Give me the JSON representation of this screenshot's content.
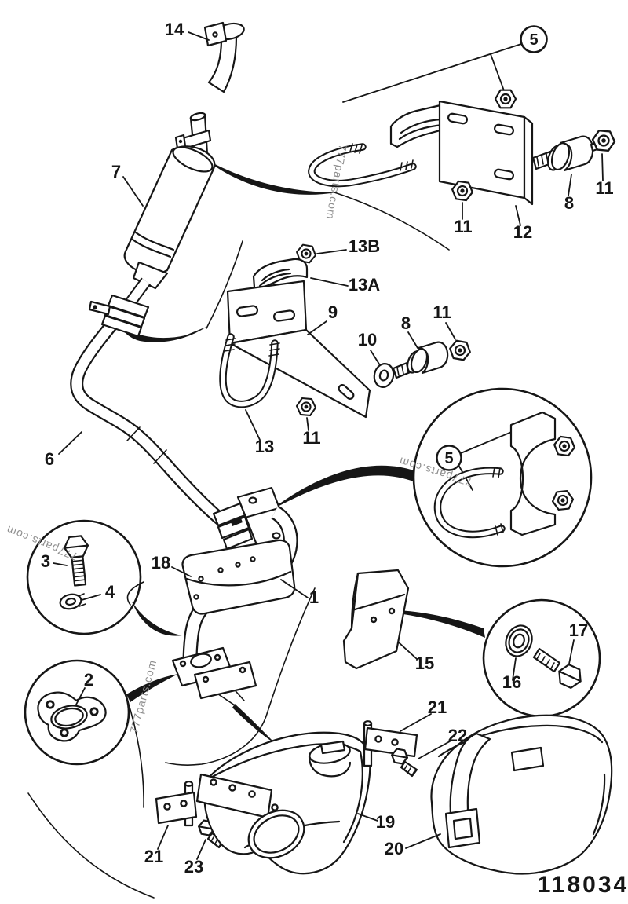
{
  "doc": {
    "part_number": "118034",
    "watermark": "777parts.com"
  },
  "callouts": {
    "c14": "14",
    "c7": "7",
    "c5_top": "5",
    "c11_tr": "11",
    "c8_top": "8",
    "c12": "12",
    "c11_br12": "11",
    "c13B": "13B",
    "c13A": "13A",
    "c9": "9",
    "c10": "10",
    "c8_mid": "8",
    "c11_mid": "11",
    "c13": "13",
    "c11_b9": "11",
    "c6": "6",
    "c5_detail": "5",
    "c3": "3",
    "c4": "4",
    "c18": "18",
    "c1": "1",
    "c15": "15",
    "c16": "16",
    "c17": "17",
    "c2": "2",
    "c21_r": "21",
    "c22": "22",
    "c19": "19",
    "c20": "20",
    "c21_l": "21",
    "c23": "23"
  }
}
